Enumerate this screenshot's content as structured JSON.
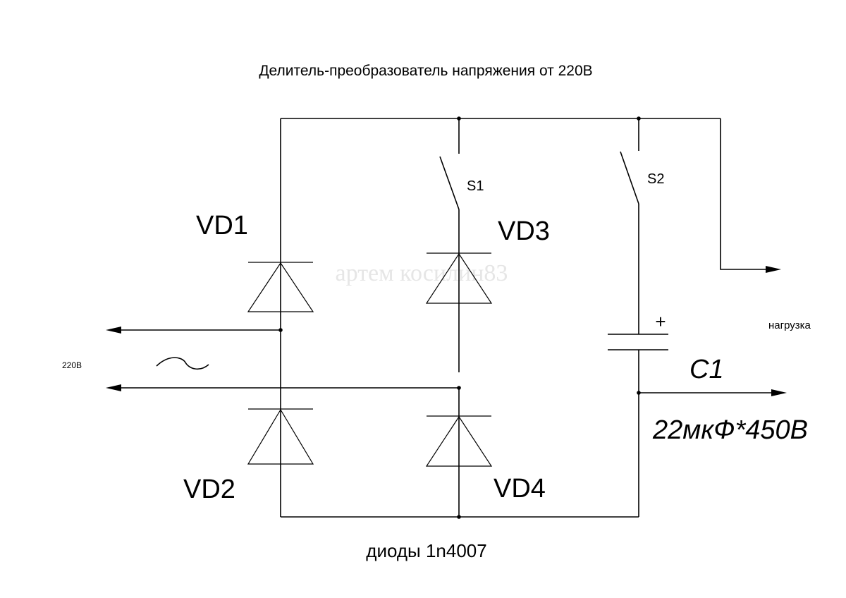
{
  "title": "Делитель-преобразователь напряжения от 220В",
  "footer": "диоды 1n4007",
  "watermark": "артем косилин83",
  "labels": {
    "vd1": "VD1",
    "vd2": "VD2",
    "vd3": "VD3",
    "vd4": "VD4",
    "s1": "S1",
    "s2": "S2",
    "c1": "C1",
    "capacitor_value": "22мкФ*450В",
    "input_voltage": "220В",
    "load": "нагрузка",
    "polarity_plus": "+"
  }
}
